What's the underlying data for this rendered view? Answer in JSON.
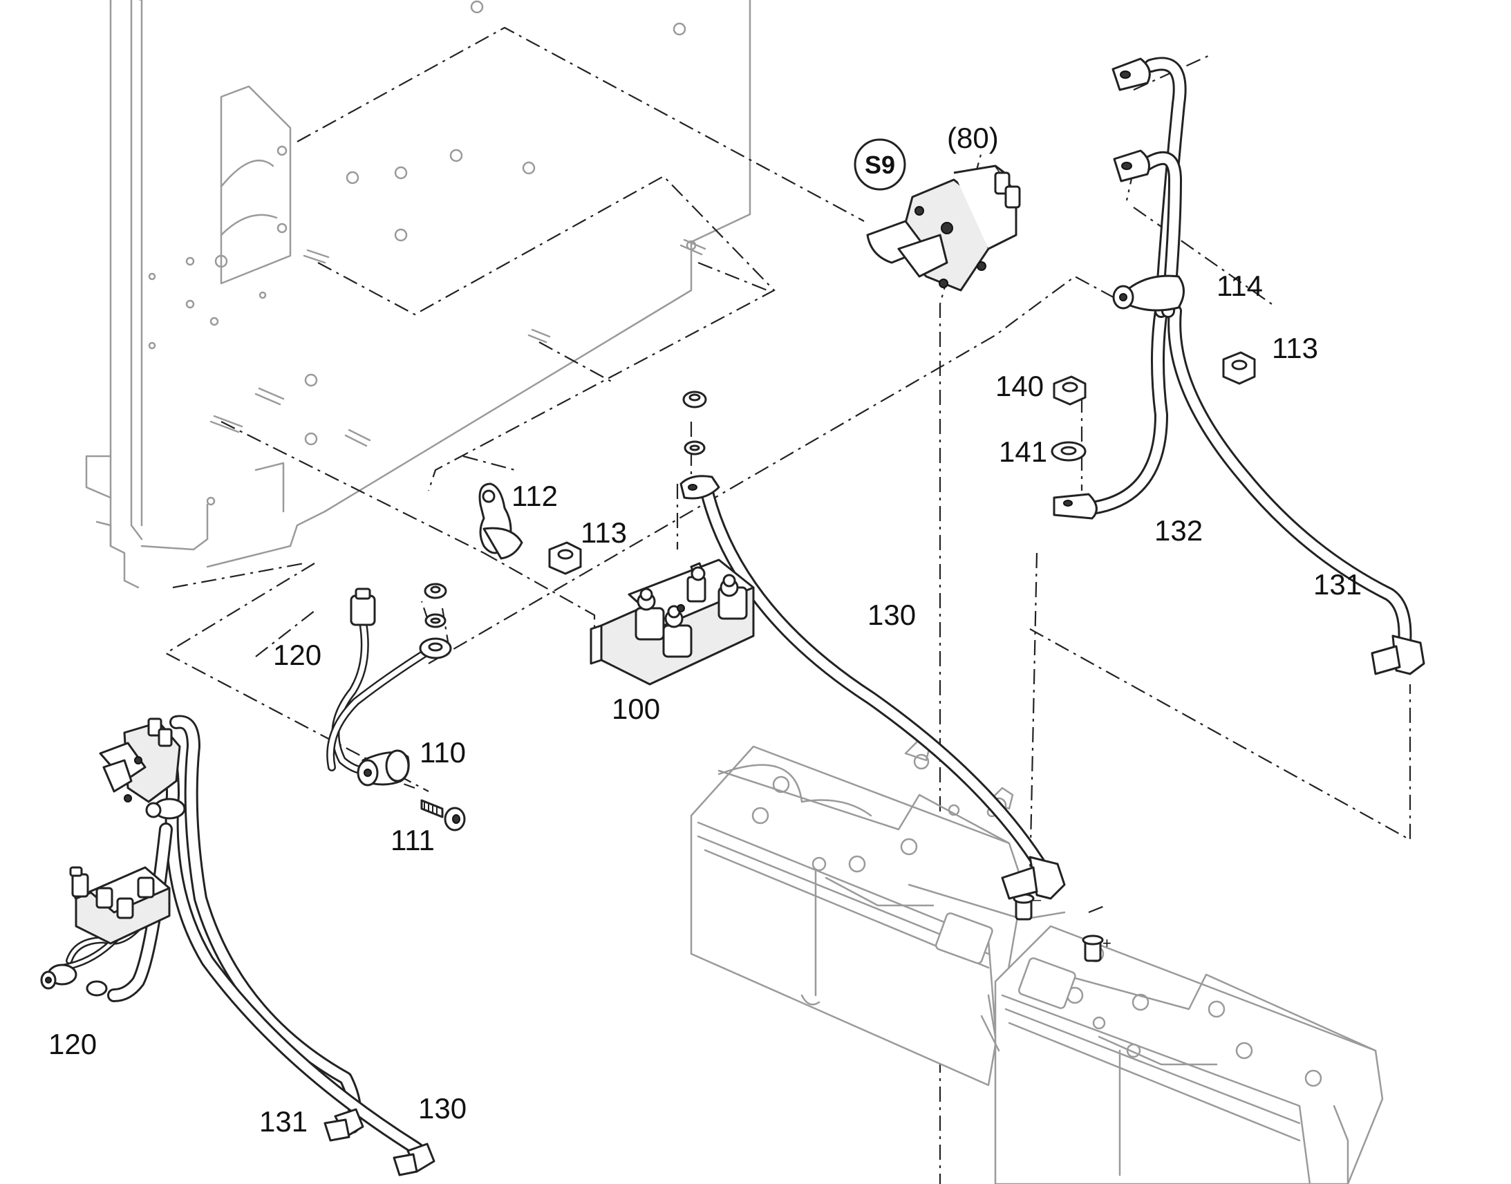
{
  "badge": {
    "text": "S9"
  },
  "callouts": {
    "c80": "(80)",
    "c100": "100",
    "c110": "110",
    "c111": "111",
    "c112": "112",
    "c113a": "113",
    "c113b": "113",
    "c114": "114",
    "c120a": "120",
    "c120b": "120",
    "c130a": "130",
    "c130b": "130",
    "c131a": "131",
    "c131b": "131",
    "c132": "132",
    "c140": "140",
    "c141": "141"
  },
  "battery": {
    "plus": "+",
    "minus": "–"
  },
  "colors": {
    "ink": "#222222",
    "ghost": "#9a9a9a",
    "background": "#ffffff"
  }
}
